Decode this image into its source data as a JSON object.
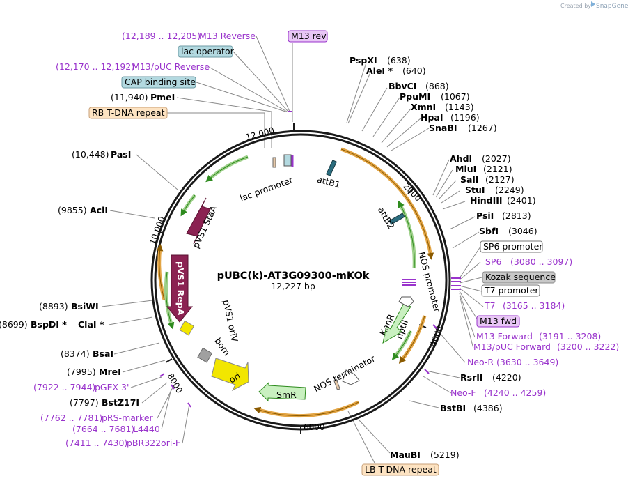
{
  "credit": {
    "text": "Created by",
    "brand": "SnapGene"
  },
  "plasmid": {
    "name": "pUBC(k)-AT3G09300-mKOk",
    "length_label": "12,227 bp"
  },
  "ticks": {
    "t2000": "2000",
    "t4000": "4000",
    "t6000": "6000",
    "t8000": "8000",
    "t10000": "10,000",
    "t12000": "12,000"
  },
  "left_labels": {
    "m13rev_pos": "(12,189 .. 12,205)",
    "m13rev_name": "M13 Reverse",
    "lacop": "lac operator",
    "m13puc_pos": "(12,170 .. 12,192)",
    "m13puc_name": "M13/pUC Reverse",
    "cap": "CAP binding site",
    "pmei_pos": "(11,940)",
    "pmei_name": "PmeI",
    "rb": "RB T-DNA repeat",
    "pasi_pos": "(10,448)",
    "pasi_name": "PasI",
    "acli_pos": "(9855)",
    "acli_name": "AclI",
    "bsiwi_pos": "(8893)",
    "bsiwi_name": "BsiWI",
    "bspdi_pos": "(8699)",
    "bspdi_name": "BspDI *",
    "clai_sep": "-",
    "clai_name": "ClaI *",
    "bsai_pos": "(8374)",
    "bsai_name": "BsaI",
    "mrei_pos": "(7995)",
    "mrei_name": "MreI",
    "pgex_pos": "(7922 .. 7944)",
    "pgex_name": "pGEX 3'",
    "bstz_pos": "(7797)",
    "bstz_name": "BstZ17I",
    "prs_pos": "(7762 .. 7781)",
    "prs_name": "pRS-marker",
    "l4440_pos": "(7664 .. 7681)",
    "l4440_name": "L4440",
    "pbr_pos": "(7411 .. 7430)",
    "pbr_name": "pBR322ori-F"
  },
  "top_labels": {
    "m13rev_box": "M13 rev",
    "pspxi_name": "PspXI",
    "pspxi_pos": "(638)",
    "alei_name": "AleI *",
    "alei_pos": "(640)",
    "bbvci_name": "BbvCI",
    "bbvci_pos": "(868)",
    "ppumi_name": "PpuMI",
    "ppumi_pos": "(1067)",
    "xmni_name": "XmnI",
    "xmni_pos": "(1143)",
    "hpai_name": "HpaI",
    "hpai_pos": "(1196)",
    "snabi_name": "SnaBI",
    "snabi_pos": "(1267)"
  },
  "right_labels": {
    "ahdi_name": "AhdI",
    "ahdi_pos": "(2027)",
    "mlui_name": "MluI",
    "mlui_pos": "(2121)",
    "sali_name": "SalI",
    "sali_pos": "(2127)",
    "stui_name": "StuI",
    "stui_pos": "(2249)",
    "hindiii_name": "HindIII",
    "hindiii_pos": "(2401)",
    "psii_name": "PsiI",
    "psii_pos": "(2813)",
    "sbfi_name": "SbfI",
    "sbfi_pos": "(3046)",
    "sp6prom": "SP6 promoter",
    "sp6_name": "SP6",
    "sp6_pos": "(3080 .. 3097)",
    "kozak": "Kozak sequence",
    "t7prom": "T7 promoter",
    "t7_name": "T7",
    "t7_pos": "(3165 .. 3184)",
    "m13fwd_box": "M13 fwd",
    "m13f_name": "M13 Forward",
    "m13f_pos": "(3191 .. 3208)",
    "m13pucf_name": "M13/pUC Forward",
    "m13pucf_pos": "(3200 .. 3222)",
    "neor_name": "Neo-R",
    "neor_pos": "(3630 .. 3649)",
    "rsrii_name": "RsrII",
    "rsrii_pos": "(4220)",
    "neof_name": "Neo-F",
    "neof_pos": "(4240 .. 4259)",
    "bstbi_name": "BstBI",
    "bstbi_pos": "(4386)",
    "maubi_name": "MauBI",
    "maubi_pos": "(5219)",
    "lb": "LB T-DNA repeat"
  },
  "inner_labels": {
    "lac_promoter": "lac promoter",
    "attB1": "attB1",
    "attB2": "attB2",
    "nos_promoter": "NOS promoter",
    "kanr": "KanR",
    "nptii": "nptII",
    "nos_terminator": "NOS terminator",
    "smr": "SmR",
    "ori": "ori",
    "bom": "bom",
    "pvs1_oriv": "pVS1 oriV",
    "pvs1_repa": "pVS1 RepA",
    "pvs1_staa": "pVS1 StaA"
  },
  "colors": {
    "primer": "#9933cc",
    "promoter": "#9ed08a",
    "orange_arc": "#e3a545",
    "gene_dark": "#8b2252",
    "smr": "#c9f0c0",
    "ori": "#f2e600",
    "lac_box": "#b3d9e0",
    "rb_box": "#fde3c2",
    "grey_box": "#c8c8c8"
  }
}
